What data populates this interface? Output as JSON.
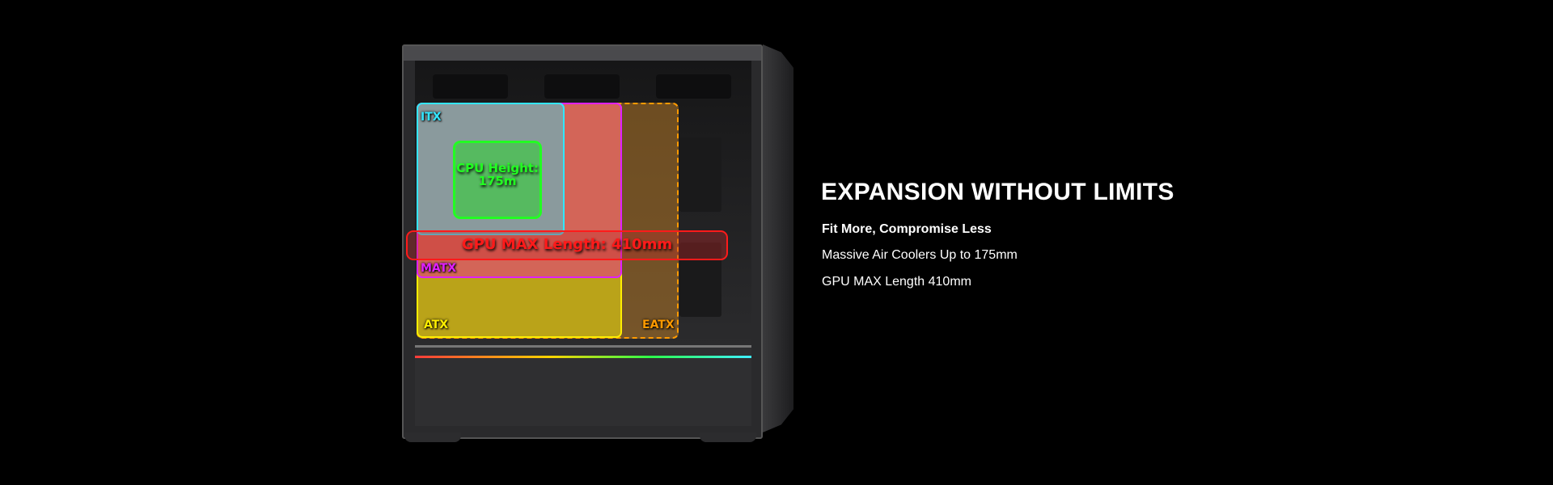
{
  "diagram": {
    "labels": {
      "itx": "ITX",
      "matx": "MATX",
      "atx": "ATX",
      "eatx": "EATX",
      "cpu_height": "CPU Height: 175m",
      "gpu_length": "GPU MAX Length: 410mm"
    },
    "colors": {
      "itx": "#33e6ff",
      "matx": "#e020ff",
      "atx": "#ffee00",
      "eatx": "#ff9a00",
      "cpu": "#22ff22",
      "gpu": "#ff1a1a"
    }
  },
  "copy": {
    "heading": "EXPANSION WITHOUT LIMITS",
    "subheading": "Fit More, Compromise Less",
    "features": [
      "Massive Air Coolers Up to 175mm",
      "GPU MAX Length 410mm"
    ]
  }
}
